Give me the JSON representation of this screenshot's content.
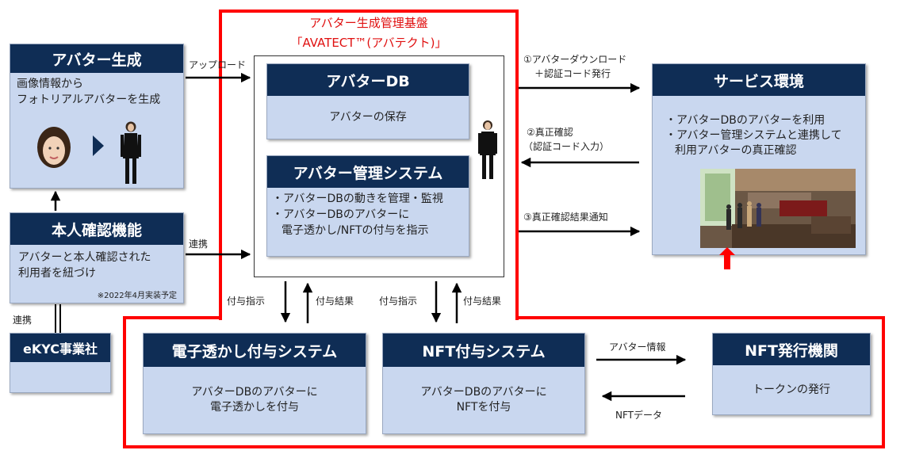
{
  "platform": {
    "title_line1": "アバター生成管理基盤",
    "title_line2": "「AVATECT™(アバテクト)」"
  },
  "avatar_gen": {
    "title": "アバター生成",
    "line1": "画像情報から",
    "line2": "フォトリアルアバターを生成"
  },
  "identity": {
    "title": "本人確認機能",
    "line1": "アバターと本人確認された",
    "line2": "利用者を紐づけ",
    "note": "※2022年4月実装予定"
  },
  "ekyc": {
    "title": "eKYC事業社"
  },
  "avatar_db": {
    "title": "アバターDB",
    "body": "アバターの保存"
  },
  "avatar_mgmt": {
    "title": "アバター管理システム",
    "line1": "・アバターDBの動きを管理・監視",
    "line2": "・アバターDBのアバターに",
    "line3": "電子透かし/NFTの付与を指示"
  },
  "service": {
    "title": "サービス環境",
    "line1": "・アバターDBのアバターを利用",
    "line2": "・アバター管理システムと連携して",
    "line3": "利用アバターの真正確認"
  },
  "watermark": {
    "title": "電子透かし付与システム",
    "line1": "アバターDBのアバターに",
    "line2": "電子透かしを付与"
  },
  "nft_sys": {
    "title": "NFT付与システム",
    "line1": "アバターDBのアバターに",
    "line2": "NFTを付与"
  },
  "nft_issuer": {
    "title": "NFT発行機関",
    "body": "トークンの発行"
  },
  "labels": {
    "upload": "アップロード",
    "link1": "連携",
    "link2": "連携",
    "flow1_line1": "①アバターダウンロード",
    "flow1_line2": "＋認証コード発行",
    "flow2_line1": "②真正確認",
    "flow2_line2": "（認証コード入力）",
    "flow3": "③真正確認結果通知",
    "grant_instr1": "付与指示",
    "grant_result1": "付与結果",
    "grant_instr2": "付与指示",
    "grant_result2": "付与結果",
    "avatar_info": "アバター情報",
    "nft_data": "NFTデータ"
  },
  "colors": {
    "navy": "#0f2d55",
    "card_bg": "#c9d7ef",
    "red": "#ff0000"
  }
}
